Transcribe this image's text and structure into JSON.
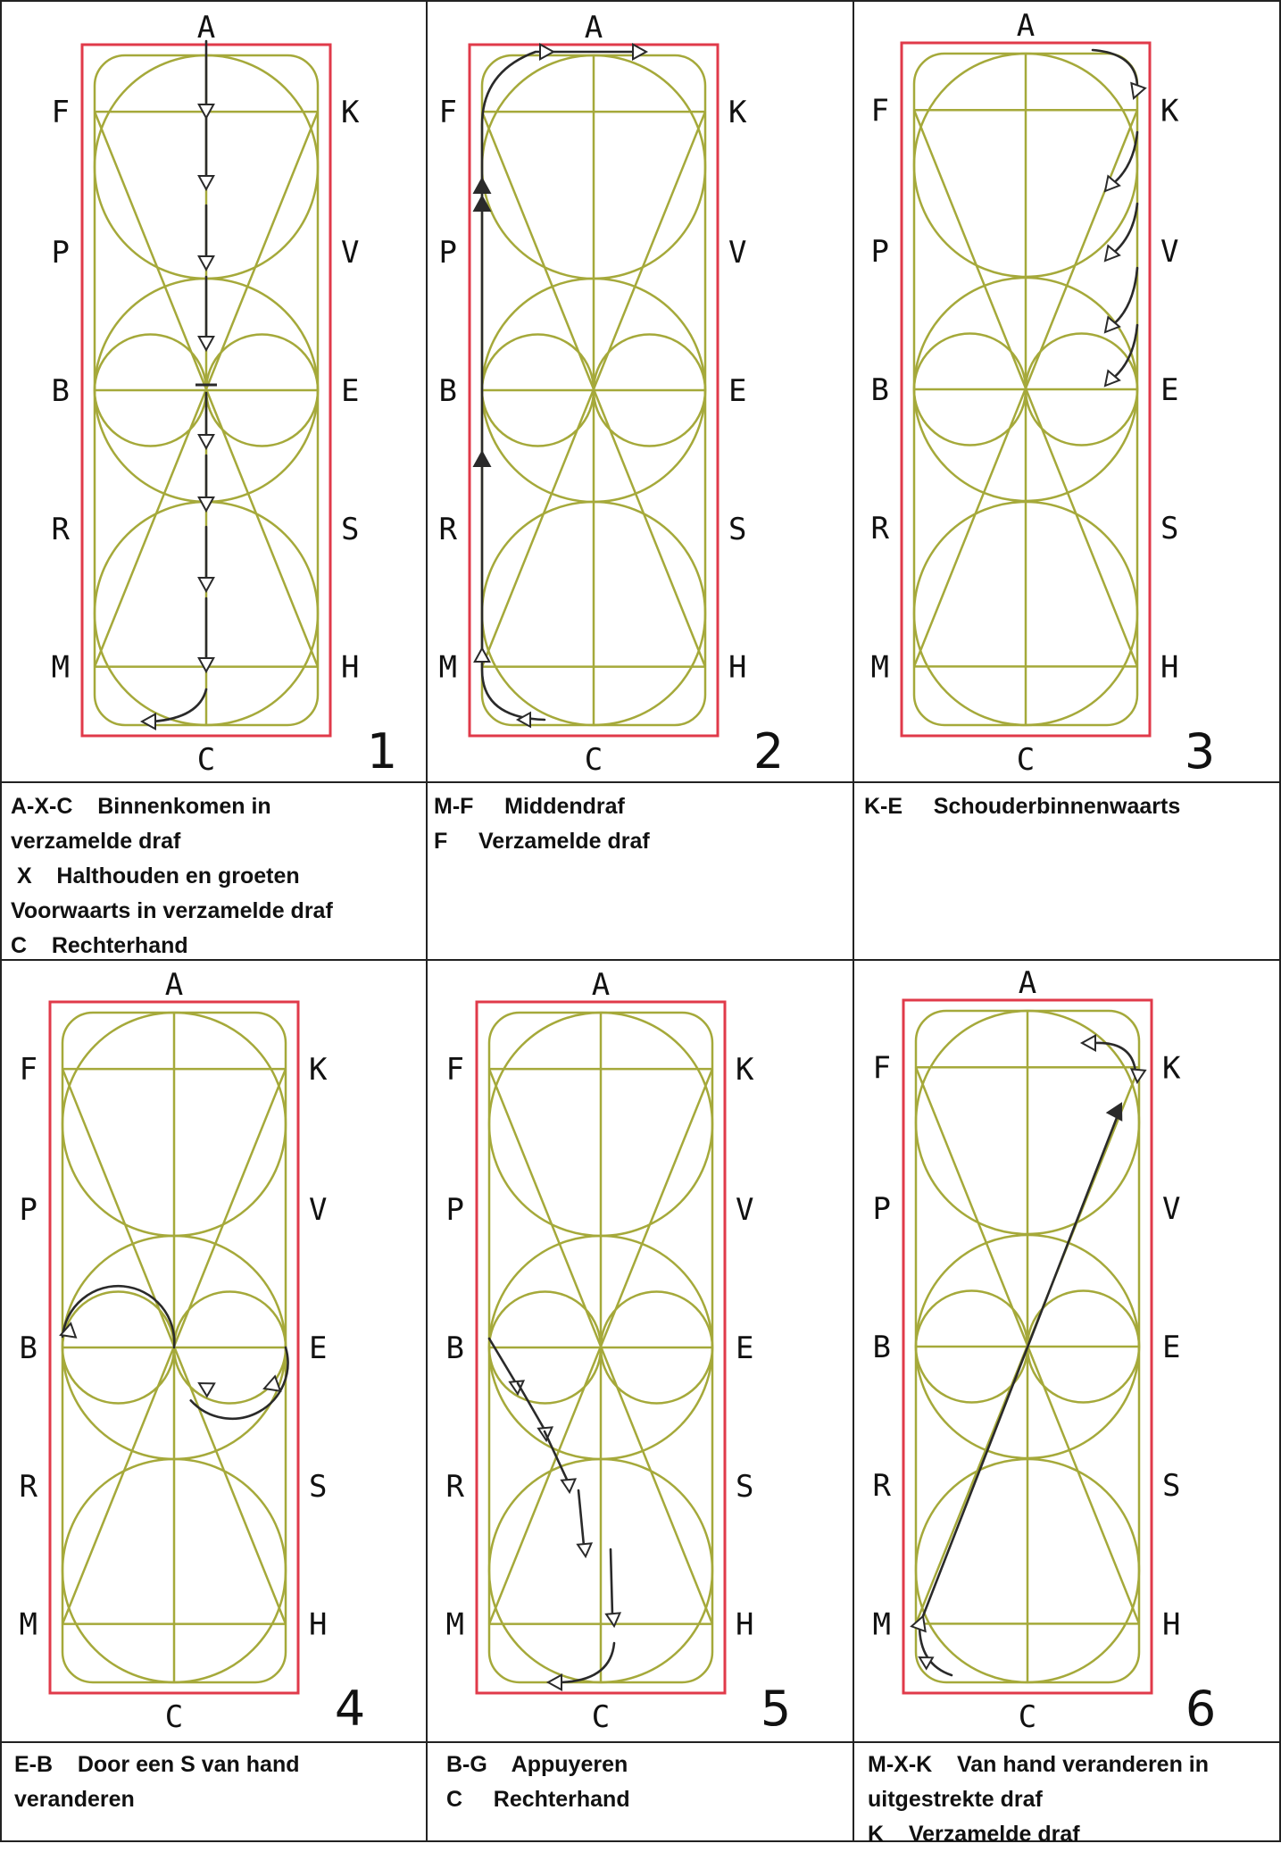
{
  "colors": {
    "arena_border": "#e03a4a",
    "figure": "#a5a93a",
    "grid": "#222222",
    "path": "#2a2a2a"
  },
  "arena_letters": {
    "top": "A",
    "bottom": "C",
    "left": [
      "F",
      "P",
      "B",
      "R",
      "M"
    ],
    "right": [
      "K",
      "V",
      "E",
      "S",
      "H"
    ]
  },
  "panels": [
    {
      "number": "1",
      "caption": [
        "A-X-C    Binnenkomen in",
        "verzamelde draf",
        " X    Halthouden en groeten",
        "Voorwaarts in verzamelde draf",
        "C    Rechterhand"
      ]
    },
    {
      "number": "2",
      "caption": [
        "M-F     Middendraf",
        "F     Verzamelde draf"
      ]
    },
    {
      "number": "3",
      "caption": [
        "K-E     Schouderbinnenwaarts"
      ]
    },
    {
      "number": "4",
      "caption": [
        "E-B    Door een S van hand",
        "veranderen"
      ]
    },
    {
      "number": "5",
      "caption": [
        "B-G    Appuyeren",
        "C     Rechterhand"
      ]
    },
    {
      "number": "6",
      "caption": [
        "M-X-K    Van hand veranderen in",
        "uitgestrekte draf",
        "K    Verzamelde draf"
      ]
    }
  ]
}
